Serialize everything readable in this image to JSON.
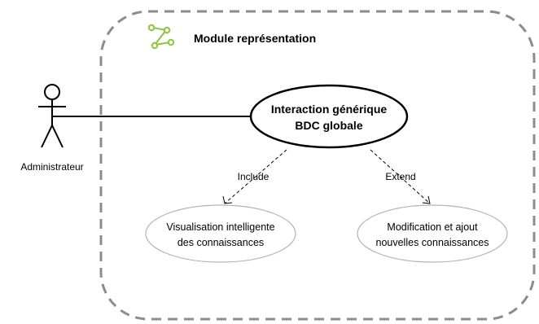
{
  "module": {
    "title": "Module représentation",
    "icon": "module-component-icon"
  },
  "actor": {
    "name": "Administrateur",
    "icon": "stick-figure-icon"
  },
  "use_cases": {
    "main": {
      "line1": "Interaction générique",
      "line2": "BDC globale"
    },
    "visualisation": {
      "line1": "Visualisation intelligente",
      "line2": "des connaissances"
    },
    "modification": {
      "line1": "Modification et ajout",
      "line2": "nouvelles connaissances"
    }
  },
  "relations": {
    "include": "Include",
    "extend": "Extend"
  },
  "colors": {
    "boundary": "#8c8c8c",
    "icon_green": "#8dc63f",
    "stroke": "#000000",
    "secondary_ellipse": "#b3b3b3"
  }
}
